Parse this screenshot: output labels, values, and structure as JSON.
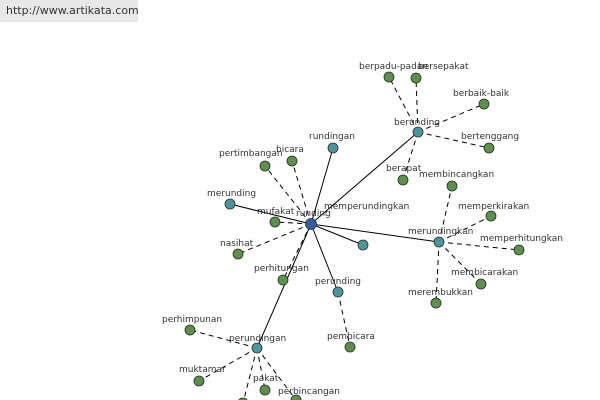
{
  "source_url": "http://www.artikata.com",
  "colors": {
    "root": "#3a5aa8",
    "hub": "#4f95a0",
    "synonym": "#4f95a0",
    "leaf": "#5f8f4f",
    "outline": "#1f3320",
    "edge": "#000000"
  },
  "graph": {
    "root": "runding",
    "nodes": [
      {
        "id": "runding",
        "label": "runding",
        "kind": "root"
      },
      {
        "id": "berunding",
        "label": "berunding",
        "kind": "hub"
      },
      {
        "id": "merundingkan",
        "label": "merundingkan",
        "kind": "hub"
      },
      {
        "id": "perundingan",
        "label": "perundingan",
        "kind": "hub"
      },
      {
        "id": "rundingan",
        "label": "rundingan",
        "kind": "synonym"
      },
      {
        "id": "merunding",
        "label": "merunding",
        "kind": "synonym"
      },
      {
        "id": "memperundingkan",
        "label": "memperundingkan",
        "kind": "synonym"
      },
      {
        "id": "perunding",
        "label": "perunding",
        "kind": "synonym"
      },
      {
        "id": "bicara",
        "label": "bicara",
        "kind": "leaf"
      },
      {
        "id": "pertimbangan",
        "label": "pertimbangan",
        "kind": "leaf"
      },
      {
        "id": "mufakat",
        "label": "mufakat",
        "kind": "leaf"
      },
      {
        "id": "nasihat",
        "label": "nasihat",
        "kind": "leaf"
      },
      {
        "id": "perhitungan",
        "label": "perhitungan",
        "kind": "leaf"
      },
      {
        "id": "pembicara",
        "label": "pembicara",
        "kind": "leaf"
      },
      {
        "id": "berpadu-padan",
        "label": "berpadu-padan",
        "kind": "leaf"
      },
      {
        "id": "bersepakat",
        "label": "bersepakat",
        "kind": "leaf"
      },
      {
        "id": "berbaik-baik",
        "label": "berbaik-baik",
        "kind": "leaf"
      },
      {
        "id": "bertenggang",
        "label": "bertenggang",
        "kind": "leaf"
      },
      {
        "id": "berapat",
        "label": "berapat",
        "kind": "leaf"
      },
      {
        "id": "membincangkan",
        "label": "membincangkan",
        "kind": "leaf"
      },
      {
        "id": "memperkirakan",
        "label": "memperkirakan",
        "kind": "leaf"
      },
      {
        "id": "memperhitungkan",
        "label": "memperhitungkan",
        "kind": "leaf"
      },
      {
        "id": "membicarakan",
        "label": "membicarakan",
        "kind": "leaf"
      },
      {
        "id": "merembukkan",
        "label": "merembukkan",
        "kind": "leaf"
      },
      {
        "id": "perhimpunan",
        "label": "perhimpunan",
        "kind": "leaf"
      },
      {
        "id": "muktamar",
        "label": "muktamar",
        "kind": "leaf"
      },
      {
        "id": "pakat",
        "label": "pakat",
        "kind": "leaf"
      },
      {
        "id": "perbincangan",
        "label": "perbincangan",
        "kind": "leaf"
      },
      {
        "id": "sidang",
        "label": "",
        "kind": "leaf"
      }
    ],
    "edges": [
      {
        "from": "runding",
        "to": "berunding",
        "style": "solid"
      },
      {
        "from": "runding",
        "to": "merundingkan",
        "style": "solid"
      },
      {
        "from": "runding",
        "to": "perundingan",
        "style": "solid"
      },
      {
        "from": "runding",
        "to": "rundingan",
        "style": "solid"
      },
      {
        "from": "runding",
        "to": "merunding",
        "style": "solid"
      },
      {
        "from": "runding",
        "to": "memperundingkan",
        "style": "solid"
      },
      {
        "from": "runding",
        "to": "perunding",
        "style": "solid"
      },
      {
        "from": "runding",
        "to": "bicara",
        "style": "dashed"
      },
      {
        "from": "runding",
        "to": "pertimbangan",
        "style": "dashed"
      },
      {
        "from": "runding",
        "to": "mufakat",
        "style": "dashed"
      },
      {
        "from": "runding",
        "to": "nasihat",
        "style": "dashed"
      },
      {
        "from": "runding",
        "to": "perhitungan",
        "style": "dashed"
      },
      {
        "from": "perunding",
        "to": "pembicara",
        "style": "dashed"
      },
      {
        "from": "berunding",
        "to": "berpadu-padan",
        "style": "dashed"
      },
      {
        "from": "berunding",
        "to": "bersepakat",
        "style": "dashed"
      },
      {
        "from": "berunding",
        "to": "berbaik-baik",
        "style": "dashed"
      },
      {
        "from": "berunding",
        "to": "bertenggang",
        "style": "dashed"
      },
      {
        "from": "berunding",
        "to": "berapat",
        "style": "dashed"
      },
      {
        "from": "merundingkan",
        "to": "membincangkan",
        "style": "dashed"
      },
      {
        "from": "merundingkan",
        "to": "memperkirakan",
        "style": "dashed"
      },
      {
        "from": "merundingkan",
        "to": "memperhitungkan",
        "style": "dashed"
      },
      {
        "from": "merundingkan",
        "to": "membicarakan",
        "style": "dashed"
      },
      {
        "from": "merundingkan",
        "to": "merembukkan",
        "style": "dashed"
      },
      {
        "from": "perundingan",
        "to": "perhimpunan",
        "style": "dashed"
      },
      {
        "from": "perundingan",
        "to": "muktamar",
        "style": "dashed"
      },
      {
        "from": "perundingan",
        "to": "pakat",
        "style": "dashed"
      },
      {
        "from": "perundingan",
        "to": "perbincangan",
        "style": "dashed"
      },
      {
        "from": "perundingan",
        "to": "sidang",
        "style": "dashed"
      }
    ]
  }
}
